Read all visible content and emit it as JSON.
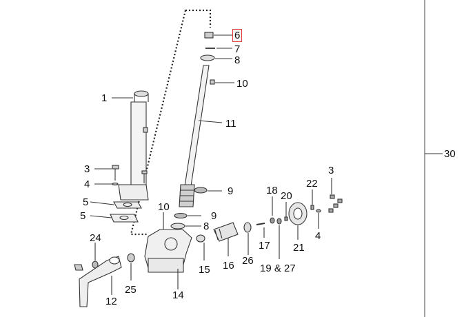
{
  "diagram": {
    "callouts": [
      {
        "id": "c1",
        "text": "1"
      },
      {
        "id": "c3a",
        "text": "3"
      },
      {
        "id": "c4a",
        "text": "4"
      },
      {
        "id": "c5a",
        "text": "5"
      },
      {
        "id": "c5b",
        "text": "5"
      },
      {
        "id": "c6",
        "text": "6"
      },
      {
        "id": "c7",
        "text": "7"
      },
      {
        "id": "c8a",
        "text": "8"
      },
      {
        "id": "c10a",
        "text": "10"
      },
      {
        "id": "c11",
        "text": "11"
      },
      {
        "id": "c9a",
        "text": "9"
      },
      {
        "id": "c9b",
        "text": "9"
      },
      {
        "id": "c8b",
        "text": "8"
      },
      {
        "id": "c10b",
        "text": "10"
      },
      {
        "id": "c24",
        "text": "24"
      },
      {
        "id": "c12",
        "text": "12"
      },
      {
        "id": "c25",
        "text": "25"
      },
      {
        "id": "c14",
        "text": "14"
      },
      {
        "id": "c15",
        "text": "15"
      },
      {
        "id": "c16",
        "text": "16"
      },
      {
        "id": "c26",
        "text": "26"
      },
      {
        "id": "c18",
        "text": "18"
      },
      {
        "id": "c17",
        "text": "17"
      },
      {
        "id": "c20",
        "text": "20"
      },
      {
        "id": "c1927",
        "text": "19 & 27"
      },
      {
        "id": "c21",
        "text": "21"
      },
      {
        "id": "c22",
        "text": "22"
      },
      {
        "id": "c3b",
        "text": "3"
      },
      {
        "id": "c4b",
        "text": "4"
      },
      {
        "id": "c30",
        "text": "30"
      }
    ],
    "highlighted_callout": "6",
    "highlight_color": "#e23a3a",
    "line_color": "#333333"
  }
}
